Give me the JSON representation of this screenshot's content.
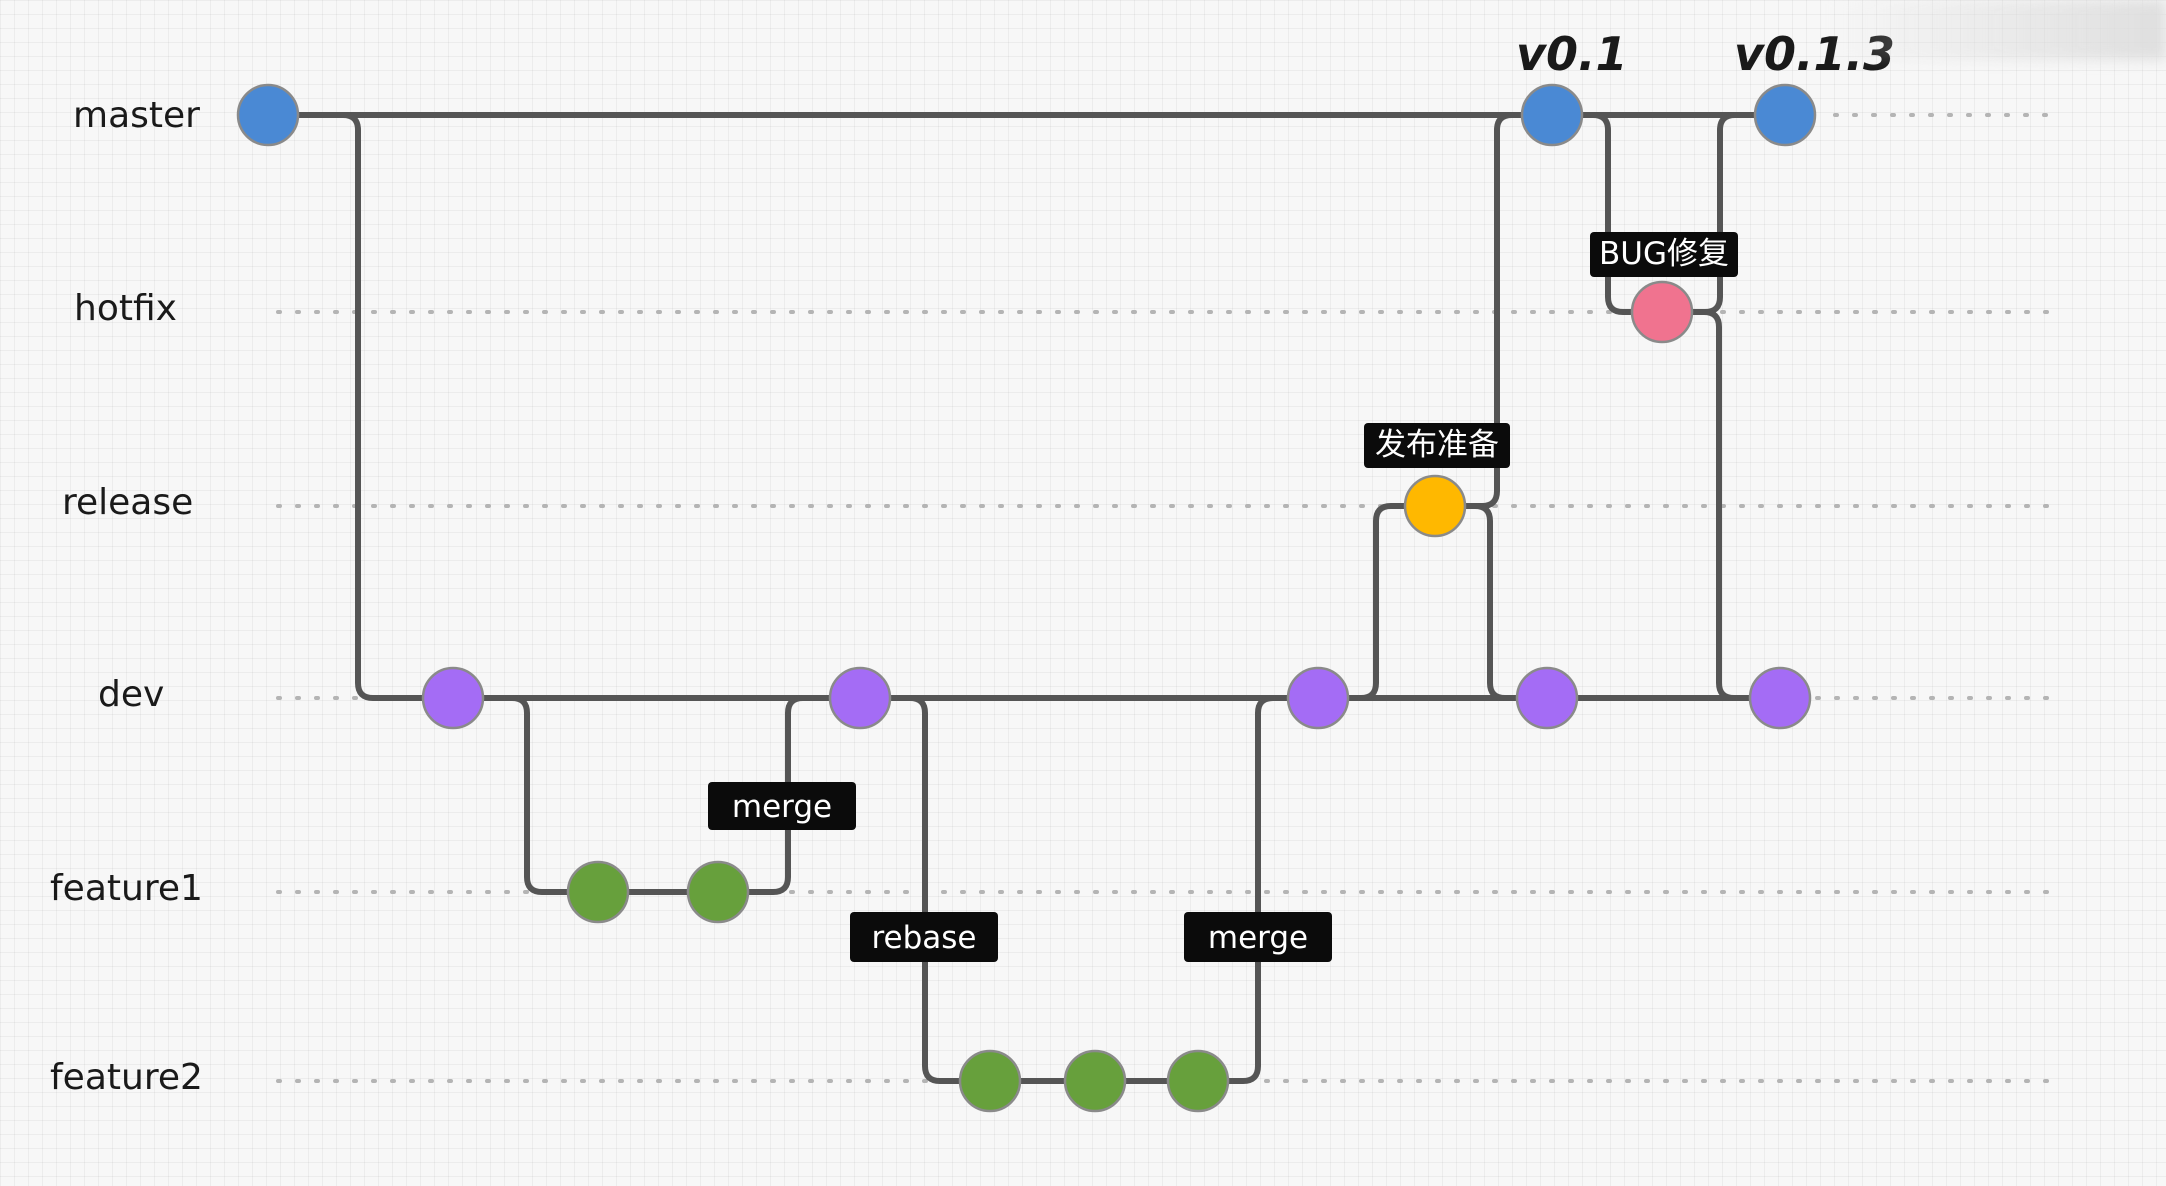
{
  "branches": [
    {
      "id": "master",
      "label": "master"
    },
    {
      "id": "hotfix",
      "label": "hotfix"
    },
    {
      "id": "release",
      "label": "release"
    },
    {
      "id": "dev",
      "label": "dev"
    },
    {
      "id": "feature1",
      "label": "feature1"
    },
    {
      "id": "feature2",
      "label": "feature2"
    }
  ],
  "versions": {
    "v1": "v0.1",
    "v2": "v0.1.3"
  },
  "tags": {
    "bugfix": "BUG修复",
    "release_prep": "发布准备",
    "merge_feature1": "merge",
    "rebase_feature2": "rebase",
    "merge_feature2": "merge"
  },
  "colors": {
    "master": "#4a89d4",
    "hotfix": "#f0738f",
    "release": "#ffb800",
    "dev": "#a46cf5",
    "feature1": "#67a03c",
    "feature2": "#67a03c",
    "edge": "#555555",
    "tag_bg": "#0b0b0b"
  }
}
